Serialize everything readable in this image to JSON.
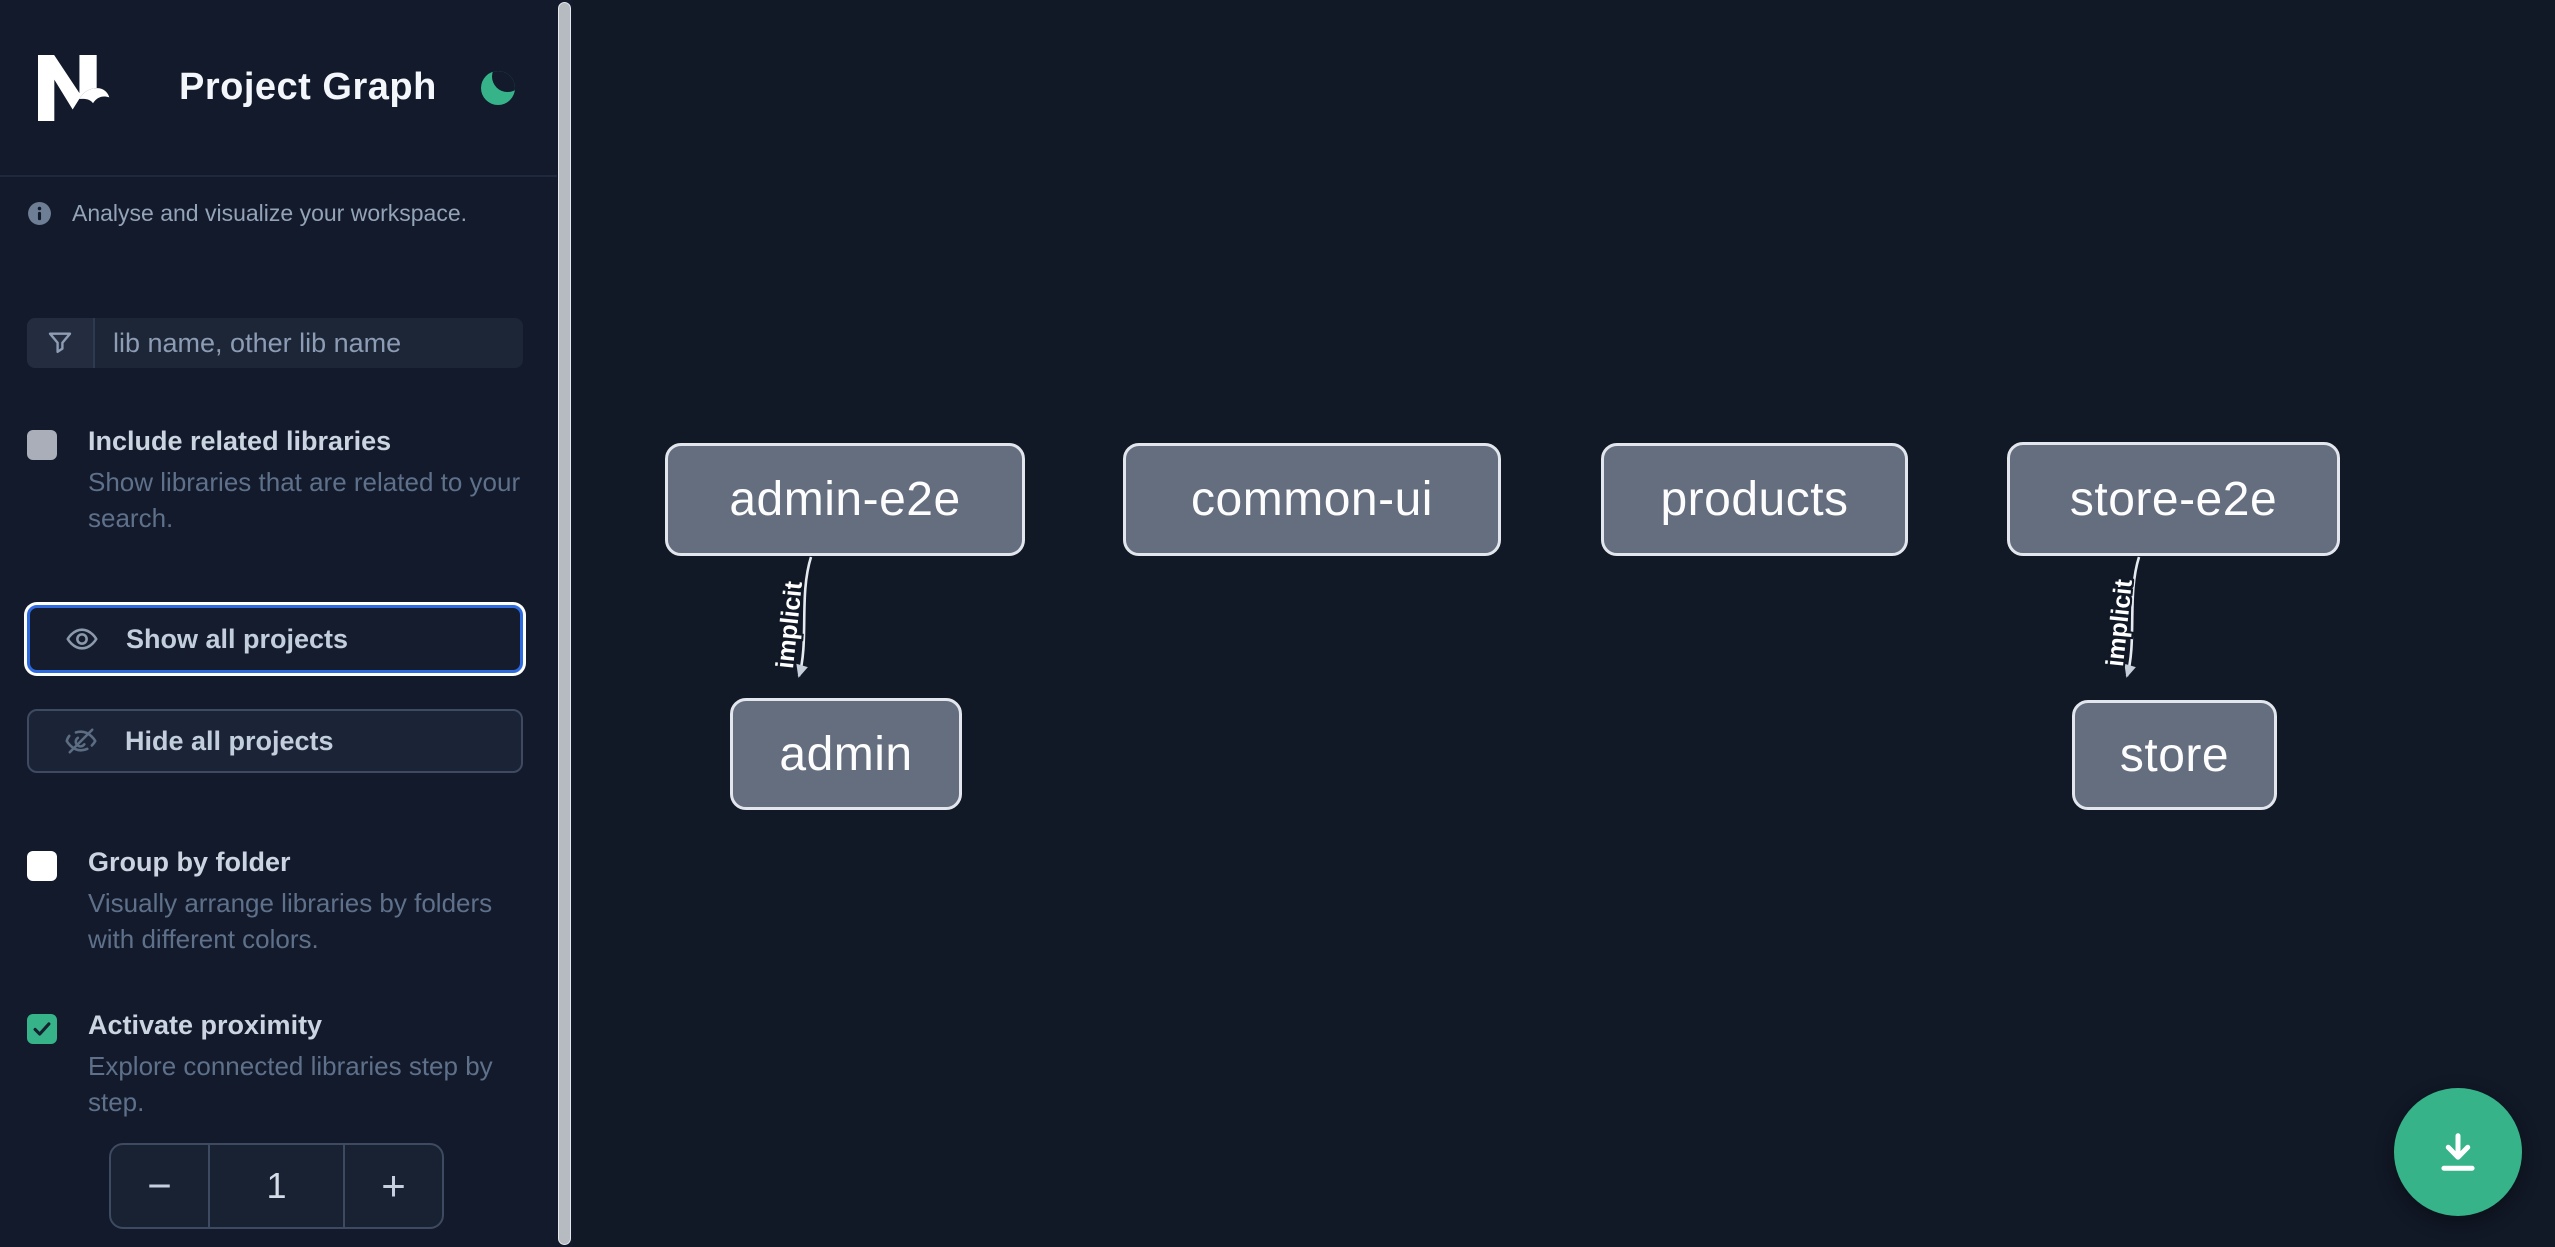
{
  "header": {
    "title": "Project Graph",
    "logo": "nx-logo",
    "theme_toggle_icon": "moon"
  },
  "sidebar": {
    "tagline": "Analyse and visualize your workspace.",
    "filter": {
      "placeholder": "lib name, other lib name",
      "value": ""
    },
    "actions": {
      "show_all_label": "Show all projects",
      "hide_all_label": "Hide all projects"
    },
    "options": [
      {
        "label": "Include related libraries",
        "description": "Show libraries that are related to your search.",
        "checked": false
      },
      {
        "label": "Group by folder",
        "description": "Visually arrange libraries by folders with different colors.",
        "checked": false
      },
      {
        "label": "Activate proximity",
        "description": "Explore connected libraries step by step.",
        "checked": true
      }
    ],
    "stepper": {
      "decrement": "−",
      "value": "1",
      "increment": "+"
    }
  },
  "graph": {
    "nodes": [
      {
        "label": "admin-e2e"
      },
      {
        "label": "common-ui"
      },
      {
        "label": "products"
      },
      {
        "label": "store-e2e"
      },
      {
        "label": "admin"
      },
      {
        "label": "store"
      }
    ],
    "edges": [
      {
        "from": "admin-e2e",
        "to": "admin",
        "label": "implicit"
      },
      {
        "from": "store-e2e",
        "to": "store",
        "label": "implicit"
      }
    ]
  },
  "fab": {
    "icon": "download"
  },
  "colors": {
    "sidebar_bg": "#121A2B",
    "canvas_bg": "#111826",
    "accent_green": "#36B389",
    "focus_blue": "#2F6BE0",
    "node_fill": "#646E7F",
    "node_border": "#E3E7ED",
    "edge_line": "#E6EAF0",
    "label_text": "#CBD5E1",
    "muted_text": "#5E708A"
  }
}
